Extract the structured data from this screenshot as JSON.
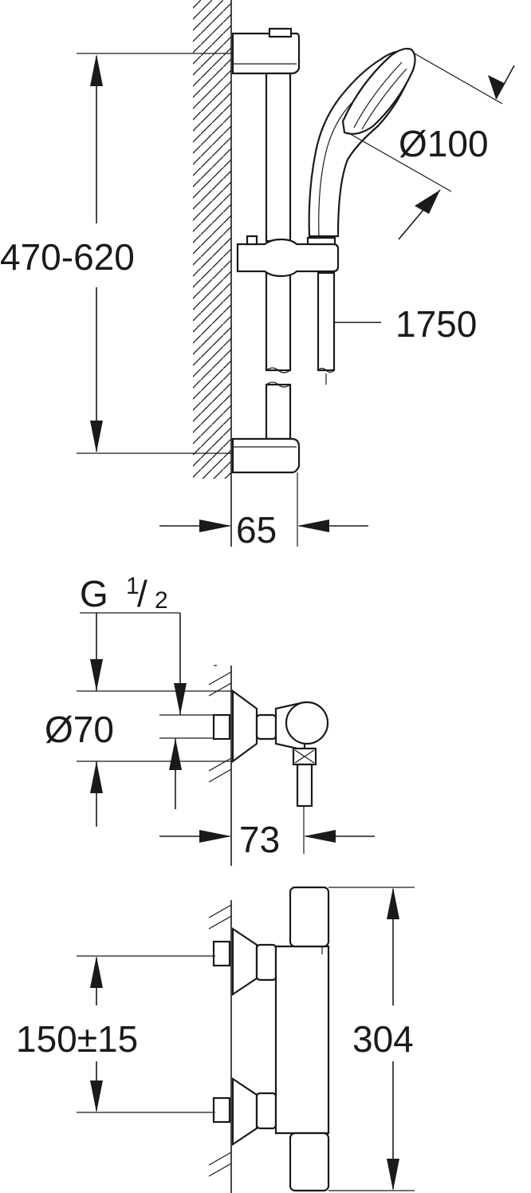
{
  "labels": {
    "rail_height": "470-620",
    "handshower_diameter": "Ø100",
    "hose_length": "1750",
    "rail_depth": "65",
    "thread_g": "G",
    "thread_num": "1",
    "thread_slash": "/",
    "thread_den": "2",
    "connection_diameter": "Ø70",
    "mixer_depth": "73",
    "center_distance": "150±15",
    "mixer_length": "304"
  }
}
